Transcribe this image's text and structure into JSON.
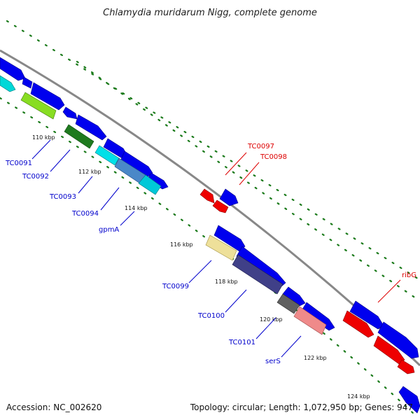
{
  "title": "Chlamydia muridarum Nigg, complete genome",
  "footer": {
    "accession": "Accession: NC_002620",
    "summary": "Topology: circular; Length: 1,072,950 bp; Genes: 947"
  },
  "colors": {
    "backbone": "#8a8a8a",
    "feature_blue": "#0000ee",
    "label_blue": "#0000cc",
    "label_red": "#dd0000",
    "gc_dots": "#1a7a1a"
  },
  "ticks": [
    {
      "kbp": 110,
      "label": "110 kbp"
    },
    {
      "kbp": 112,
      "label": "112 kbp"
    },
    {
      "kbp": 114,
      "label": "114 kbp"
    },
    {
      "kbp": 116,
      "label": "116 kbp"
    },
    {
      "kbp": 118,
      "label": "118 kbp"
    },
    {
      "kbp": 120,
      "label": "120 kbp"
    },
    {
      "kbp": 122,
      "label": "122 kbp"
    },
    {
      "kbp": 124,
      "label": "124 kbp"
    }
  ],
  "gene_labels": [
    {
      "name": "TC0091",
      "color": "blue"
    },
    {
      "name": "TC0092",
      "color": "blue"
    },
    {
      "name": "TC0093",
      "color": "blue"
    },
    {
      "name": "TC0094",
      "color": "blue"
    },
    {
      "name": "gpmA",
      "color": "blue"
    },
    {
      "name": "TC0097",
      "color": "red"
    },
    {
      "name": "TC0098",
      "color": "red"
    },
    {
      "name": "TC0099",
      "color": "blue"
    },
    {
      "name": "TC0100",
      "color": "blue"
    },
    {
      "name": "TC0101",
      "color": "blue"
    },
    {
      "name": "serS",
      "color": "blue"
    },
    {
      "name": "ribG",
      "color": "red"
    }
  ]
}
